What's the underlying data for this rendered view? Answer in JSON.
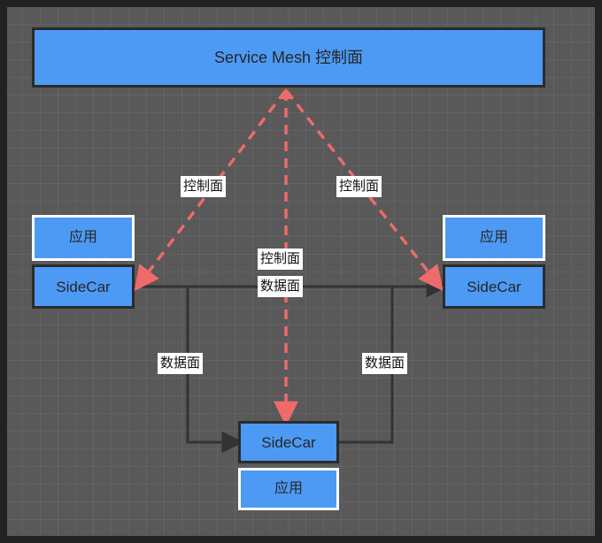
{
  "diagram": {
    "title": "Service Mesh architecture",
    "colors": {
      "frame": "#222222",
      "canvas": "#595959",
      "node_fill": "#4d9af5",
      "node_border_dark": "#2b2b2b",
      "node_border_white": "#ffffff",
      "control_plane_edge": "#ef6b6b",
      "data_plane_edge": "#333333",
      "label_bg": "#ffffff",
      "label_text": "#111111",
      "node_text": "#262626"
    },
    "nodes": {
      "control_plane": "Service Mesh 控制面",
      "app_left": "应用",
      "sidecar_left": "SideCar",
      "app_right": "应用",
      "sidecar_right": "SideCar",
      "sidecar_bottom": "SideCar",
      "app_bottom": "应用"
    },
    "edge_labels": {
      "control_left": "控制面",
      "control_right": "控制面",
      "control_mid": "控制面",
      "data_mid": "数据面",
      "data_left": "数据面",
      "data_right": "数据面"
    },
    "edges": [
      {
        "from": "control_plane",
        "to": "sidecar_left",
        "label": "控制面",
        "style": "dashed",
        "color": "#ef6b6b"
      },
      {
        "from": "control_plane",
        "to": "sidecar_right",
        "label": "控制面",
        "style": "dashed",
        "color": "#ef6b6b"
      },
      {
        "from": "control_plane",
        "to": "sidecar_bottom",
        "label": "控制面",
        "style": "dashed",
        "color": "#ef6b6b"
      },
      {
        "from": "sidecar_left",
        "to": "sidecar_right",
        "label": "数据面",
        "style": "solid",
        "color": "#333333"
      },
      {
        "from": "sidecar_left",
        "to": "sidecar_bottom",
        "label": "数据面",
        "style": "solid",
        "color": "#333333"
      },
      {
        "from": "sidecar_bottom",
        "to": "sidecar_right",
        "label": "数据面",
        "style": "solid",
        "color": "#333333"
      }
    ]
  }
}
